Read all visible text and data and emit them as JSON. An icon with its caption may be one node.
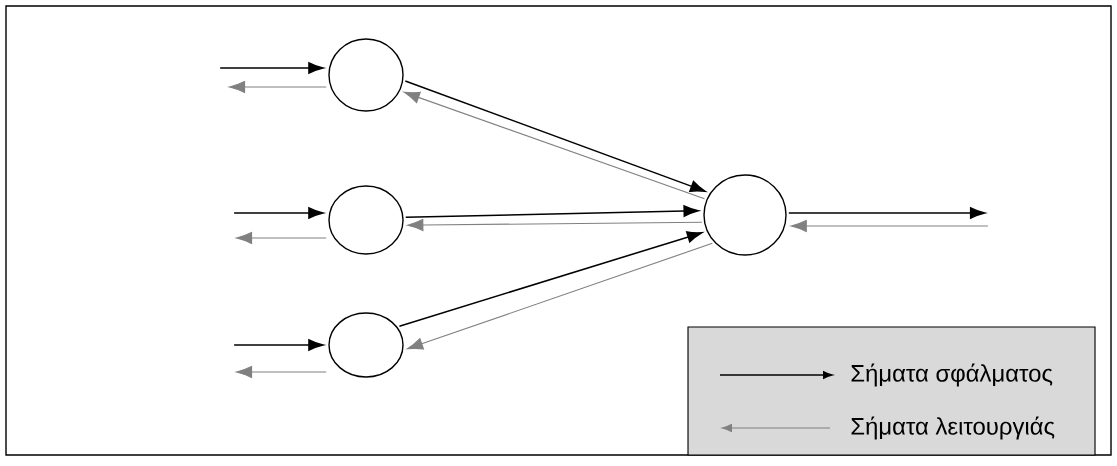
{
  "diagram": {
    "nodes": [
      {
        "text": [],
        "shape": "circle"
      },
      {
        "text": [],
        "shape": "circle"
      },
      {
        "text": [],
        "shape": "circle"
      },
      {
        "text": [],
        "shape": "circle"
      }
    ],
    "edges": [
      {
        "from": null,
        "to": 0,
        "arrow": "to"
      },
      {
        "from": 0,
        "to": null,
        "arrow": "to",
        "color": "#808080"
      },
      {
        "from": null,
        "to": 1,
        "arrow": "to"
      },
      {
        "from": 1,
        "to": null,
        "arrow": "to",
        "color": "#808080"
      },
      {
        "from": null,
        "to": 2,
        "arrow": "to"
      },
      {
        "from": 2,
        "to": null,
        "arrow": "to",
        "color": "#808080"
      },
      {
        "from": 0,
        "to": 3,
        "arrow": "to"
      },
      {
        "from": 3,
        "to": 0,
        "arrow": "to",
        "color": "#808080"
      },
      {
        "from": 1,
        "to": 3,
        "arrow": "to"
      },
      {
        "from": 3,
        "to": 1,
        "arrow": "to",
        "color": "#808080"
      },
      {
        "from": 2,
        "to": 3,
        "arrow": "to"
      },
      {
        "from": 3,
        "to": 2,
        "arrow": "to",
        "color": "#808080"
      },
      {
        "from": 3,
        "to": null,
        "arrow": "to"
      },
      {
        "from": null,
        "to": 3,
        "arrow": "to",
        "color": "#808080"
      }
    ],
    "legend": [
      {
        "text": "Σήματα σφάλματος"
      },
      {
        "text": "Σήματα λειτουργιάς"
      }
    ]
  }
}
